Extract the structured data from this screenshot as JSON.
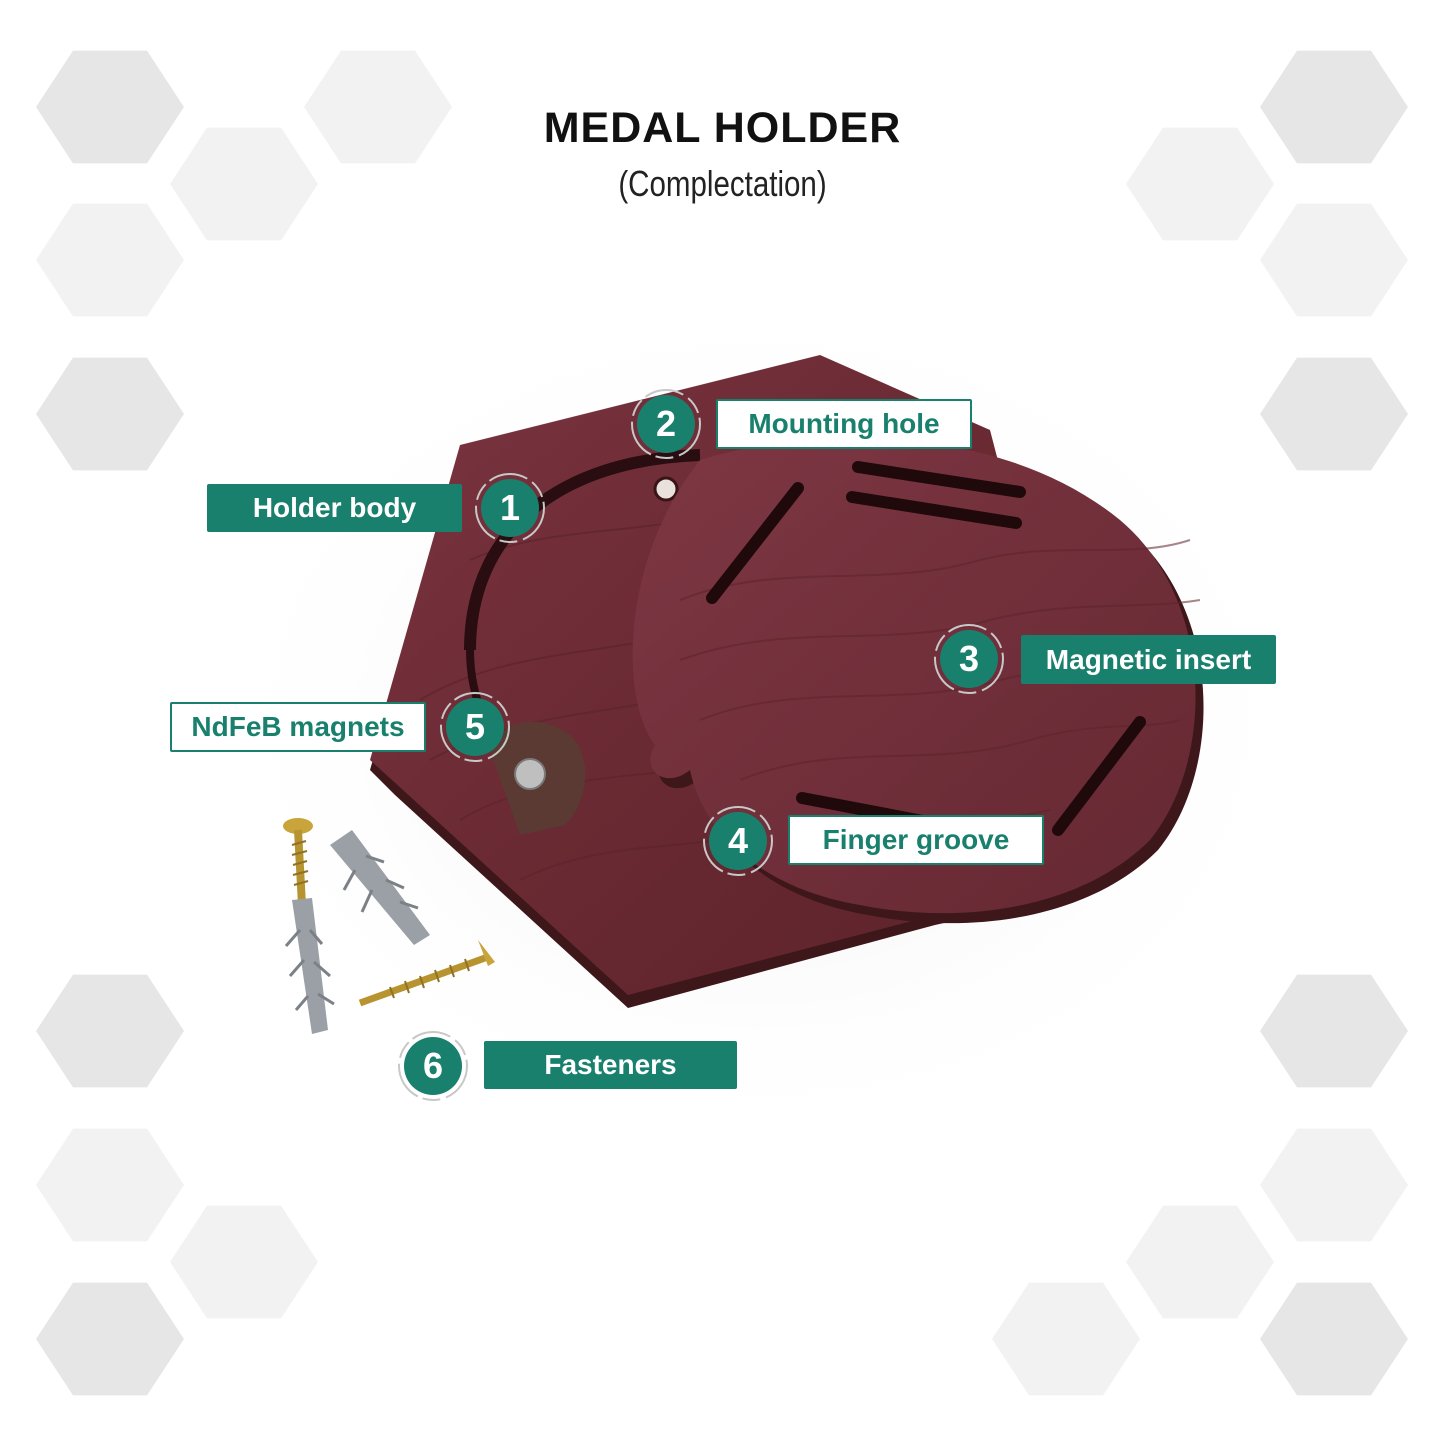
{
  "header": {
    "title": "MEDAL HOLDER",
    "subtitle": "(Complectation)"
  },
  "colors": {
    "accent": "#1a806e",
    "wood": "#6e2c33",
    "wood_dark": "#4a1b20",
    "hex_light": "#f2f2f2",
    "hex_mid": "#e6e6e6"
  },
  "callouts": [
    {
      "number": "1",
      "label": "Holder body",
      "style": "filled"
    },
    {
      "number": "2",
      "label": "Mounting hole",
      "style": "outline"
    },
    {
      "number": "3",
      "label": "Magnetic insert",
      "style": "filled"
    },
    {
      "number": "4",
      "label": "Finger groove",
      "style": "outline"
    },
    {
      "number": "5",
      "label": "NdFeB magnets",
      "style": "outline"
    },
    {
      "number": "6",
      "label": "Fasteners",
      "style": "filled"
    }
  ]
}
